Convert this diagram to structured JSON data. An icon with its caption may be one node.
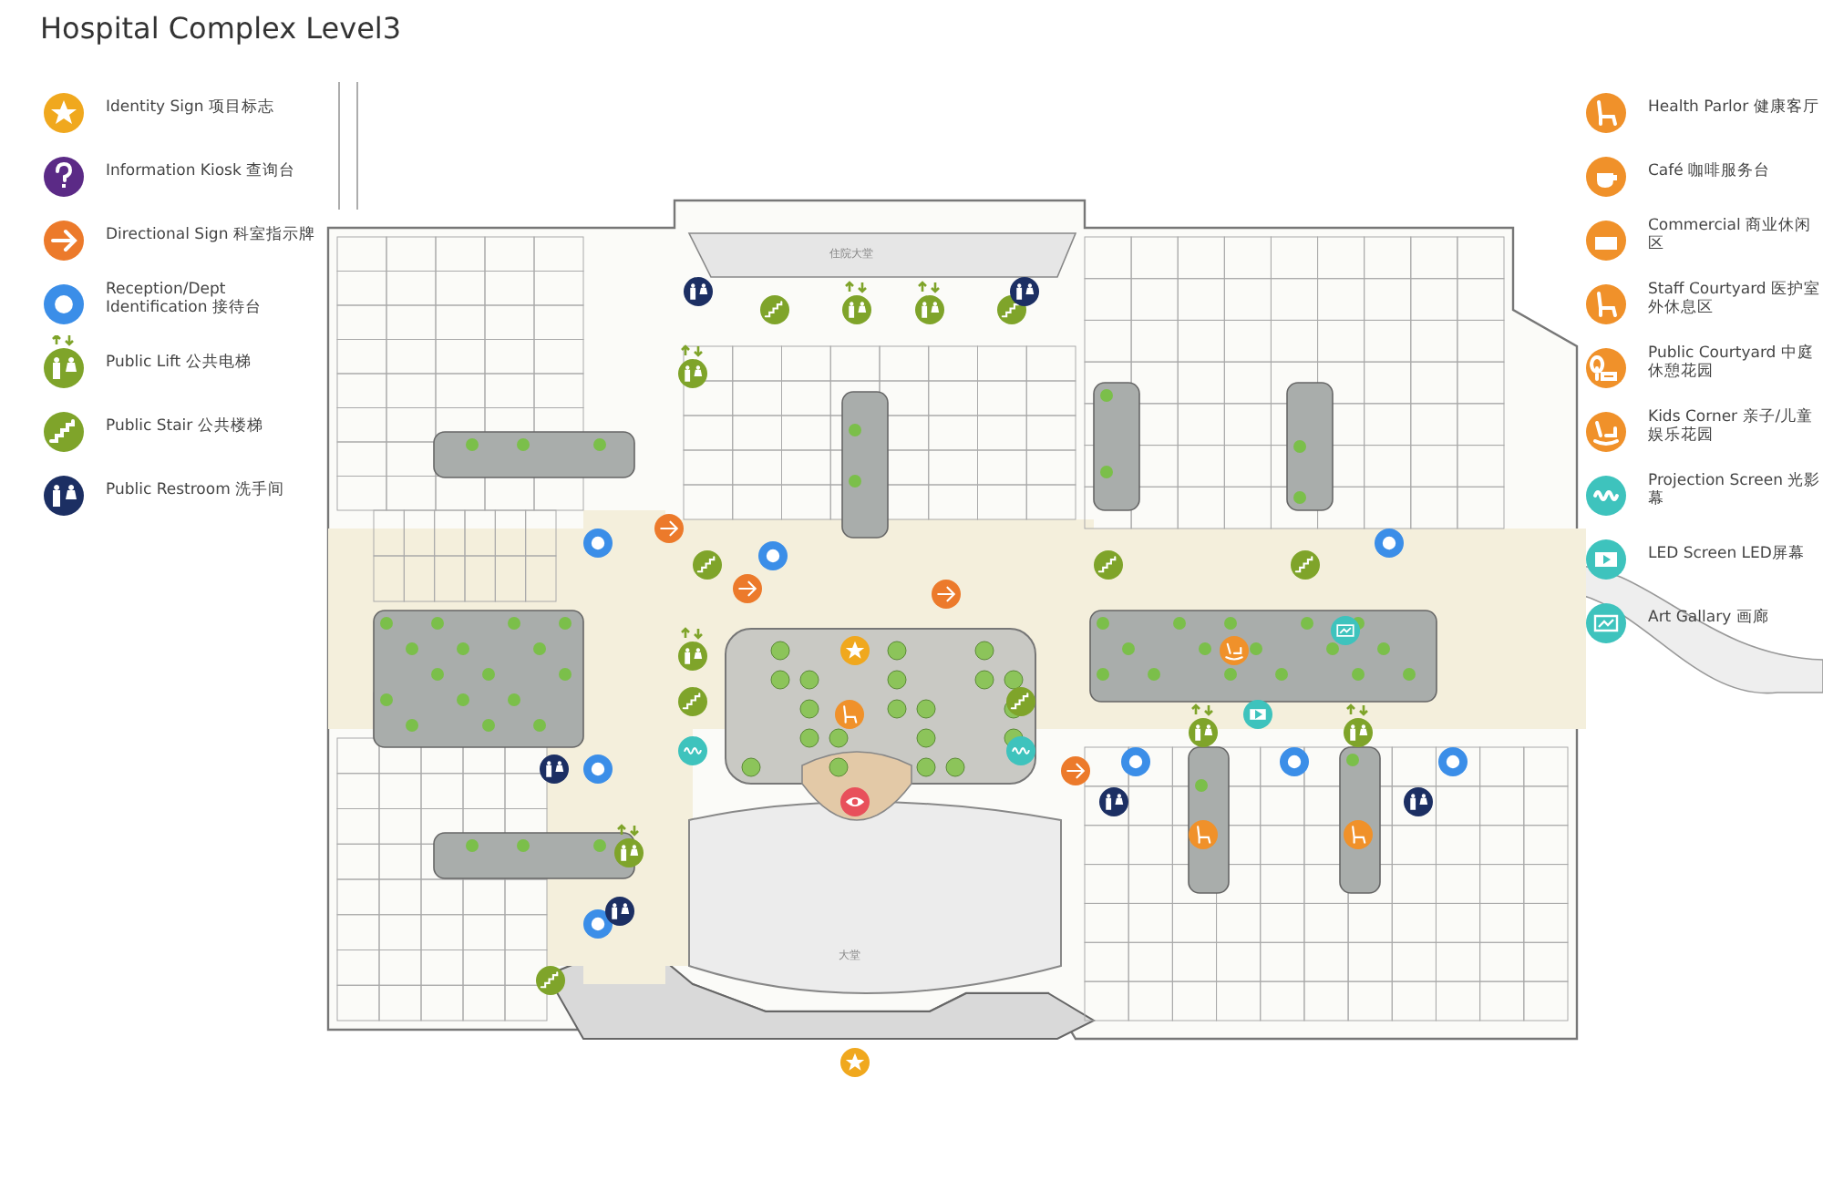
{
  "diagram": {
    "title": "Hospital Complex Level3",
    "labels": [
      "住院大堂",
      "大堂"
    ],
    "legend": [
      {
        "text": "Identity Sign 项目标志",
        "color": "#f0a81e"
      },
      {
        "text": "Information Kiosk 查询台",
        "color": "#5b2a86"
      },
      {
        "text": "Directional Sign 科室指示牌",
        "color": "#ec7a2b"
      },
      {
        "text": "Reception/Dept Identification 接待台",
        "color": "#3b8ee8"
      },
      {
        "text": "Public Lift 公共电梯",
        "color": "#7fa42a"
      },
      {
        "text": "Public Stair 公共楼梯",
        "color": "#7fa42a"
      },
      {
        "text": "Public Restroom 洗手间",
        "color": "#1c2f63"
      },
      {
        "text": "Health Parlor 健康客厅",
        "color": "#f0912a"
      },
      {
        "text": "Café 咖啡服务台",
        "color": "#f0912a"
      },
      {
        "text": "Commercial 商业休闲区",
        "color": "#f0912a"
      },
      {
        "text": "Staff Courtyard 医护室外休息区",
        "color": "#f0912a"
      },
      {
        "text": "Public Courtyard 中庭休憩花园",
        "color": "#f0912a"
      },
      {
        "text": "Kids Corner 亲子/儿童娱乐花园",
        "color": "#f0912a"
      },
      {
        "text": "Projection Screen 光影幕",
        "color": "#3ec3bd"
      },
      {
        "text": "LED Screen LED屏幕",
        "color": "#3ec3bd"
      },
      {
        "text": "Art Gallary 画廊",
        "color": "#3ec3bd"
      }
    ]
  }
}
